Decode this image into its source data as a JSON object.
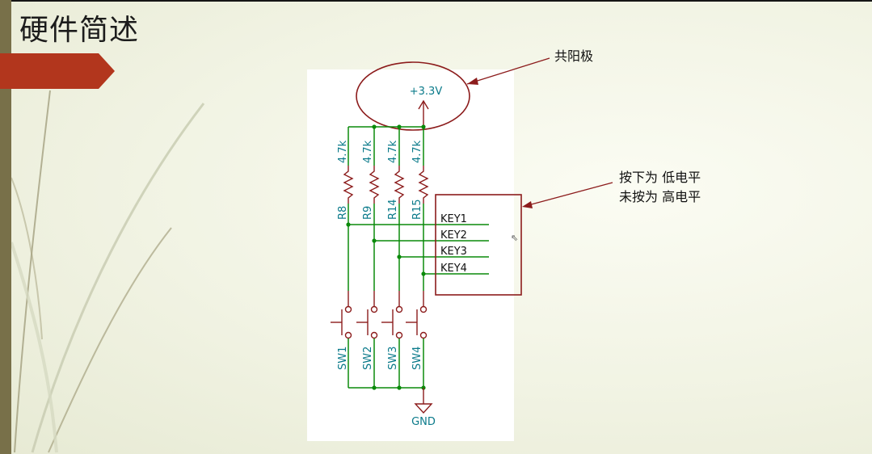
{
  "slide": {
    "title": "硬件简述",
    "accent_color": "#b2361d",
    "sidebar_color": "#787049"
  },
  "annotations": {
    "common_anode": "共阳极",
    "key_note_line1": "按下为 低电平",
    "key_note_line2": "未按为 高电平"
  },
  "schematic": {
    "power_label": "+3.3V",
    "ground_label": "GND",
    "resistors": [
      {
        "ref": "R8",
        "value": "4.7k"
      },
      {
        "ref": "R9",
        "value": "4.7k"
      },
      {
        "ref": "R14",
        "value": "4.7k"
      },
      {
        "ref": "R15",
        "value": "4.7k"
      }
    ],
    "keys": [
      "KEY1",
      "KEY2",
      "KEY3",
      "KEY4"
    ],
    "switches": [
      "SW1",
      "SW2",
      "SW3",
      "SW4"
    ],
    "colors": {
      "component": "#8c1c1c",
      "wire": "#0a8a0a",
      "label": "#0a7a8a",
      "net_label": "#111111"
    }
  }
}
